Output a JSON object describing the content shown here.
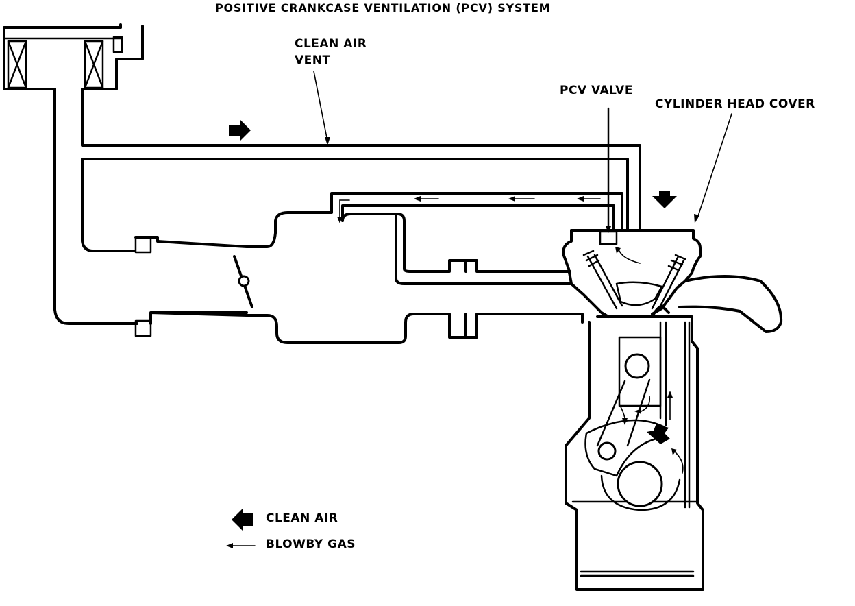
{
  "title": "POSITIVE CRANKCASE VENTILATION (PCV) SYSTEM",
  "labels": {
    "clean_air_vent_line1": "CLEAN AIR",
    "clean_air_vent_line2": "VENT",
    "pcv_valve": "PCV VALVE",
    "cylinder_head_cover": "CYLINDER HEAD COVER"
  },
  "legend": {
    "clean_air": "CLEAN AIR",
    "blowby_gas": "BLOWBY GAS"
  }
}
